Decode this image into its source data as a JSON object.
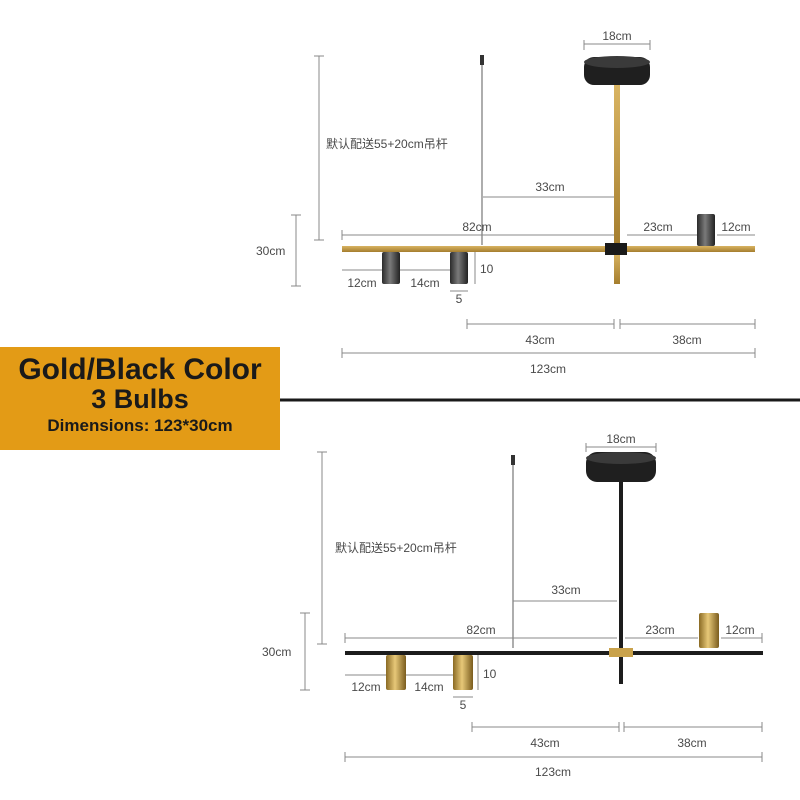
{
  "badge": {
    "title": "Gold/Black Color",
    "subtitle": "3 Bulbs",
    "dimensions": "Dimensions: 123*30cm"
  },
  "colors": {
    "badge_bg": "#E39B16",
    "gold": "#C9A24B",
    "black": "#1c1c1c",
    "shade_dark": "#4a4a4a",
    "shade_gold": "#C9A24B"
  },
  "top_diagram": {
    "variant": "gold",
    "canopy_width": "18cm",
    "rod_note": "默认配送55+20cm吊杆",
    "height_total": "30cm",
    "offset_33": "33cm",
    "length_82": "82cm",
    "length_23": "23cm",
    "shade_height_12": "12cm",
    "spacing_12": "12cm",
    "spacing_14": "14cm",
    "shade_length_10": "10",
    "shade_diameter_5": "5",
    "length_43": "43cm",
    "length_38": "38cm",
    "length_123": "123cm"
  },
  "bottom_diagram": {
    "variant": "black",
    "canopy_width": "18cm",
    "rod_note": "默认配送55+20cm吊杆",
    "height_total": "30cm",
    "offset_33": "33cm",
    "length_82": "82cm",
    "length_23": "23cm",
    "shade_height_12": "12cm",
    "spacing_12": "12cm",
    "spacing_14": "14cm",
    "shade_length_10": "10",
    "shade_diameter_5": "5",
    "length_43": "43cm",
    "length_38": "38cm",
    "length_123": "123cm"
  }
}
